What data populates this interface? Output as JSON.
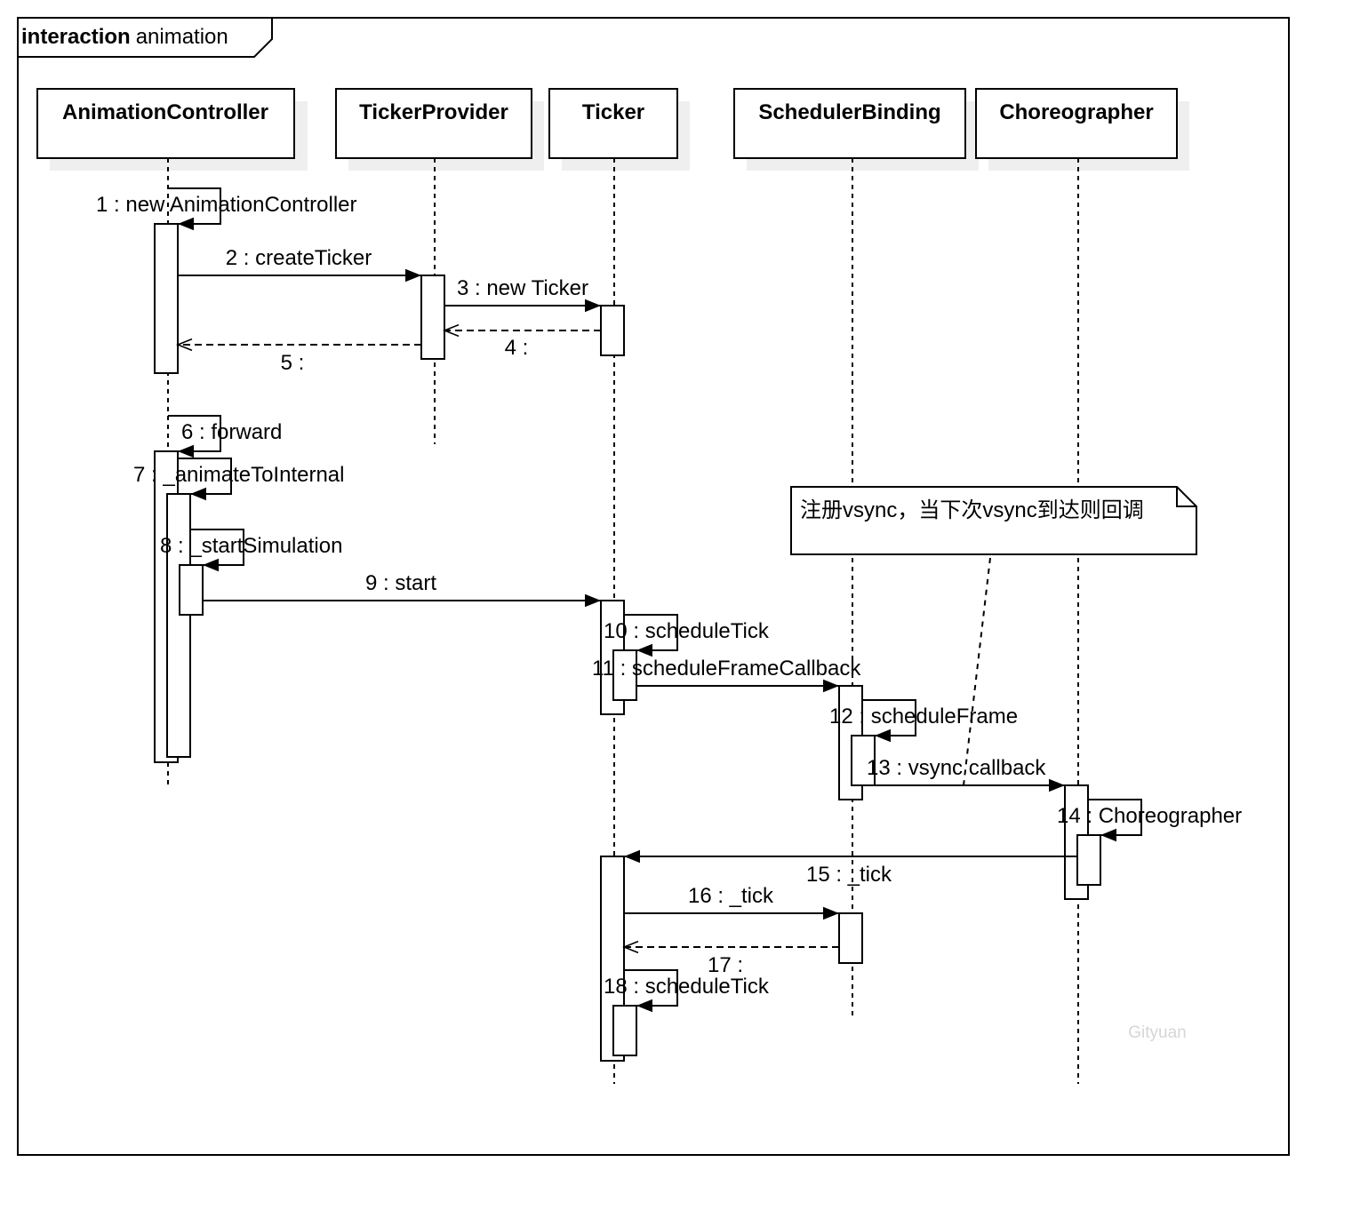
{
  "frame": {
    "keyword": "interaction",
    "name": "animation"
  },
  "lifelines": {
    "animation_controller": "AnimationController",
    "ticker_provider": "TickerProvider",
    "ticker": "Ticker",
    "scheduler_binding": "SchedulerBinding",
    "choreographer": "Choreographer"
  },
  "messages": {
    "m1": "1 : new AnimationController",
    "m2": "2 : createTicker",
    "m3": "3 : new Ticker",
    "m4": "4 :",
    "m5": "5 :",
    "m6": "6 : forward",
    "m7": "7 : _animateToInternal",
    "m8": "8 : _startSimulation",
    "m9": "9 : start",
    "m10": "10 : scheduleTick",
    "m11": "11 : scheduleFrameCallback",
    "m12": "12 : scheduleFrame",
    "m13": "13 : vsync callback",
    "m14": "14 : Choreographer",
    "m15": "15 : _tick",
    "m16": "16 : _tick",
    "m17": "17 :",
    "m18": "18 : scheduleTick"
  },
  "note": {
    "text": "注册vsync，当下次vsync到达则回调"
  },
  "watermark": "Gityuan"
}
